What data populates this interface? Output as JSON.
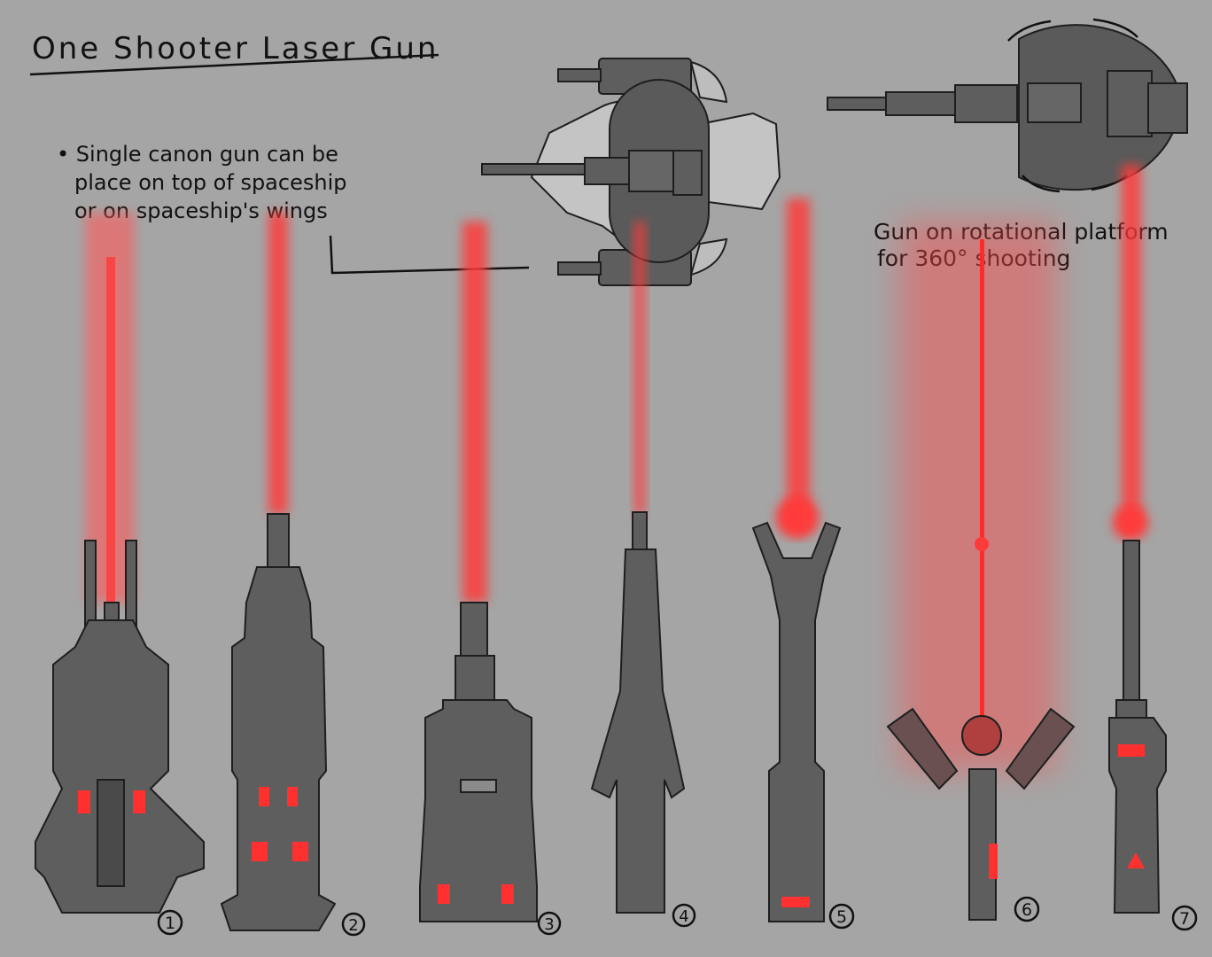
{
  "title": "One Shooter Laser Gun",
  "note_left": {
    "lines": [
      "• Single canon gun can be",
      "place on top of spaceship",
      "or on spaceship's wings"
    ]
  },
  "note_right": {
    "lines": [
      "Gun on rotational platform",
      "for 360° shooting"
    ]
  },
  "guns": [
    {
      "number": "1"
    },
    {
      "number": "2"
    },
    {
      "number": "3"
    },
    {
      "number": "4"
    },
    {
      "number": "5"
    },
    {
      "number": "6"
    },
    {
      "number": "7"
    }
  ],
  "colors": {
    "background": "#a5a5a5",
    "metal": "#5e5e5e",
    "metal_dark": "#444444",
    "outline": "#1e1e1e",
    "laser": "#ff3a3a",
    "laser_glow": "#ff6a6a",
    "hull": "#c4c4c4"
  }
}
